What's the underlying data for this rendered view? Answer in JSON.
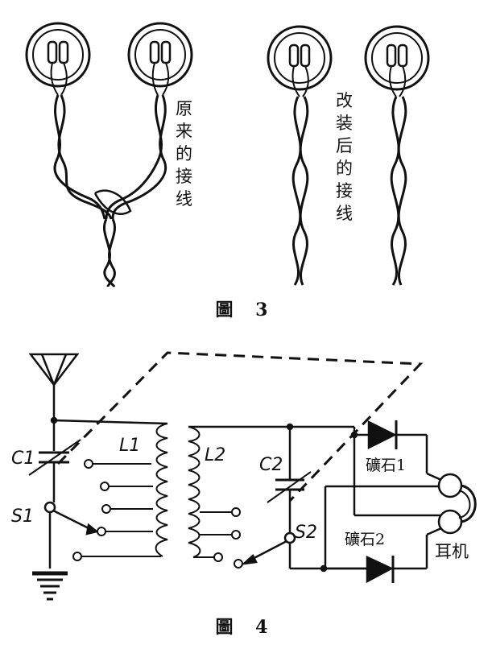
{
  "figure3": {
    "caption": "圖 3",
    "label_original": "原来的接线",
    "label_modified": "改装后的接线"
  },
  "figure4": {
    "caption": "圖 4",
    "c1": "C1",
    "l1": "L1",
    "l2": "L2",
    "c2": "C2",
    "s1": "S1",
    "s2": "S2",
    "crystal1": "礦石1",
    "crystal2": "礦石2",
    "earphone": "耳机"
  },
  "colors": {
    "ink": "#111111",
    "paper": "#ffffff"
  }
}
